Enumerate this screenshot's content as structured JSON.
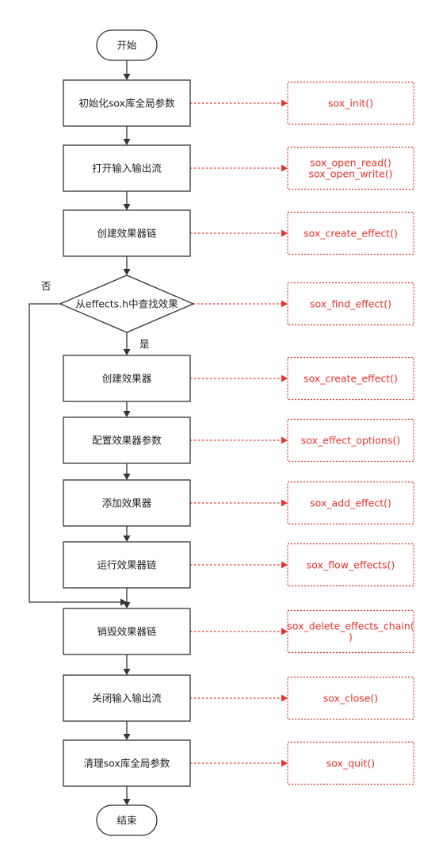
{
  "start": "开始",
  "end": "结束",
  "steps": [
    {
      "label": "初始化sox库全局参数",
      "api": [
        "sox_init()"
      ]
    },
    {
      "label": "打开输入输出流",
      "api": [
        "sox_open_read()",
        "sox_open_write()"
      ]
    },
    {
      "label": "创建效果器链",
      "api": [
        "sox_create_effect()"
      ]
    },
    {
      "label": "从effects.h中查找效果",
      "api": [
        "sox_find_effect()"
      ],
      "decision": true
    },
    {
      "label": "创建效果器",
      "api": [
        "sox_create_effect()"
      ]
    },
    {
      "label": "配置效果器参数",
      "api": [
        "sox_effect_options()"
      ]
    },
    {
      "label": "添加效果器",
      "api": [
        "sox_add_effect()"
      ]
    },
    {
      "label": "运行效果器链",
      "api": [
        "sox_flow_effects()"
      ]
    },
    {
      "label": "销毁效果器链",
      "api": [
        "sox_delete_effects_chain(",
        ")"
      ]
    },
    {
      "label": "关闭输入输出流",
      "api": [
        "sox_close()"
      ]
    },
    {
      "label": "清理sox库全局参数",
      "api": [
        "sox_quit()"
      ]
    }
  ],
  "decision_labels": {
    "yes": "是",
    "no": "否"
  },
  "colors": {
    "api_accent": "#e8332a",
    "line": "#333333"
  }
}
